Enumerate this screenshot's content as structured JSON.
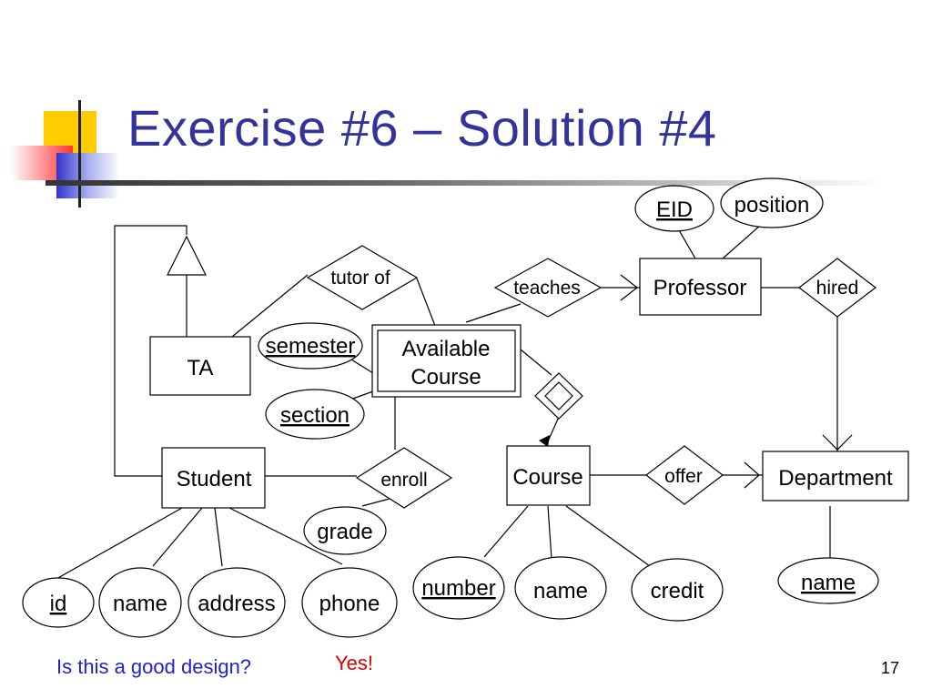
{
  "slide": {
    "title": "Exercise #6 – Solution #4",
    "question": "Is this a good design?",
    "answer": "Yes!",
    "page_number": "17",
    "accent_colors": {
      "title": "#333399",
      "question": "#2222cc",
      "answer": "#dd0000",
      "logo_yellow": "#ffcc00",
      "logo_red": "#ff3333",
      "logo_blue": "#3333cc"
    }
  },
  "entities": {
    "ta": "TA",
    "available_course_1": "Available",
    "available_course_2": "Course",
    "professor": "Professor",
    "student": "Student",
    "course": "Course",
    "department": "Department"
  },
  "relationships": {
    "tutor_of": "tutor of",
    "teaches": "teaches",
    "hired": "hired",
    "enroll": "enroll",
    "offer": "offer"
  },
  "attributes": {
    "eid": "EID",
    "position": "position",
    "semester": "semester",
    "section": "section",
    "grade": "grade",
    "student_id": "id",
    "student_name": "name",
    "student_address": "address",
    "student_phone": "phone",
    "course_number": "number",
    "course_name": "name",
    "course_credit": "credit",
    "department_name": "name"
  }
}
